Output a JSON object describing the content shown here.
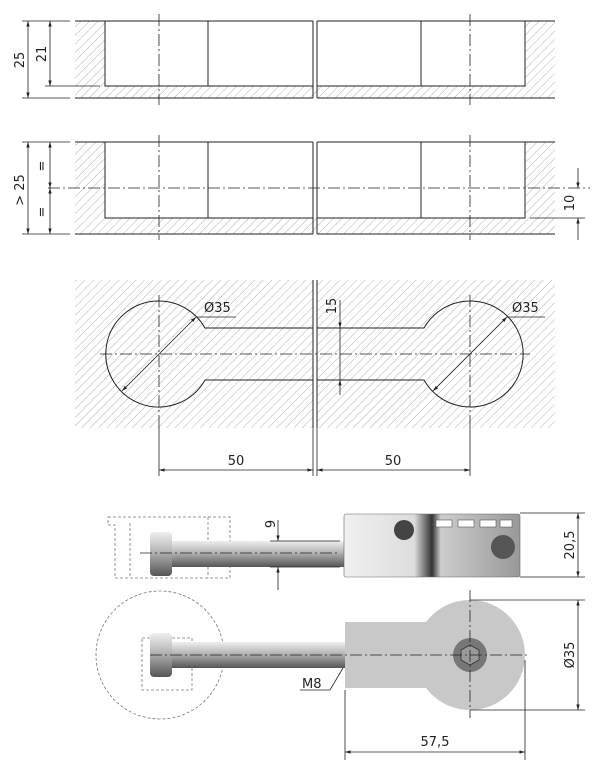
{
  "section_views": {
    "depth_total": "25",
    "depth_pocket": "21",
    "depth_min": "> 25",
    "equal_mark_top": "=",
    "equal_mark_bottom": "=",
    "offset": "10"
  },
  "plan_view": {
    "bore_left_diameter": "Ø35",
    "bore_right_diameter": "Ø35",
    "slot_width": "15",
    "spacing_left": "50",
    "spacing_right": "50"
  },
  "part_views": {
    "rod_diameter": "9",
    "body_height": "20,5",
    "thread": "M8",
    "disc_diameter": "Ø35",
    "overall_length": "57,5"
  },
  "colors": {
    "line": "#222222",
    "hatch": "#9a9a9a",
    "metal": "#c8c8c8"
  }
}
